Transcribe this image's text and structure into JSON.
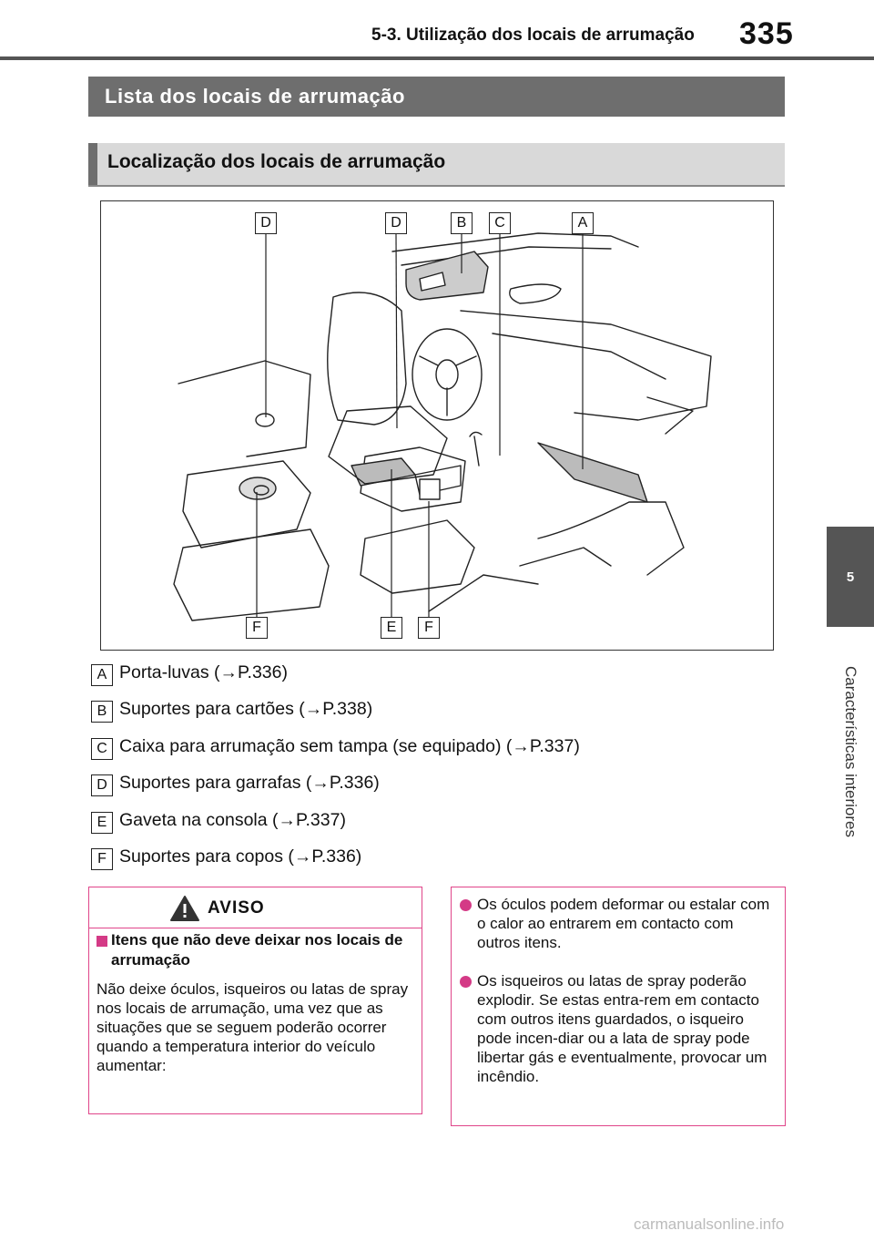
{
  "header": {
    "section": "5-3. Utilização dos locais de arrumação",
    "page_number": "335"
  },
  "side_tab": {
    "chapter": "5",
    "label": "Características interiores"
  },
  "section_title": "Lista dos locais de arrumação",
  "sub_title": "Localização dos locais de arrumação",
  "figure": {
    "top_labels": [
      "D",
      "D",
      "B",
      "C",
      "A"
    ],
    "bottom_labels": [
      "F",
      "E",
      "F"
    ]
  },
  "items": [
    {
      "letter": "A",
      "text": "Porta-luvas (→P.336)"
    },
    {
      "letter": "B",
      "text": "Suportes para cartões  (→P.338)"
    },
    {
      "letter": "C",
      "text": "Caixa para arrumação sem tampa (se equipado) (→P.337)"
    },
    {
      "letter": "D",
      "text": "Suportes para garrafas (→P.336)"
    },
    {
      "letter": "E",
      "text": "Gaveta na consola (→P.337)"
    },
    {
      "letter": "F",
      "text": "Suportes para copos  (→P.336)"
    }
  ],
  "warning": {
    "title": "AVISO",
    "subheading": "Itens que não deve deixar nos locais de arrumação",
    "body": "Não deixe óculos, isqueiros ou latas de spray nos locais de arrumação, uma vez que as situações que se seguem poderão ocorrer quando a temperatura interior do veículo aumentar:",
    "bullets": [
      "Os óculos podem deformar ou estalar com o calor ao entrarem em contacto com outros itens.",
      "Os isqueiros ou latas de spray poderão explodir. Se estas entra-rem em contacto com outros itens guardados, o isqueiro pode incen-diar ou a lata de spray pode libertar gás e eventualmente, provocar um incêndio."
    ]
  },
  "watermark": "carmanualsonline.info",
  "colors": {
    "header_gray": "#6e6e6e",
    "sub_title_gray": "#d9d9d9",
    "warning_pink": "#e0458a"
  }
}
